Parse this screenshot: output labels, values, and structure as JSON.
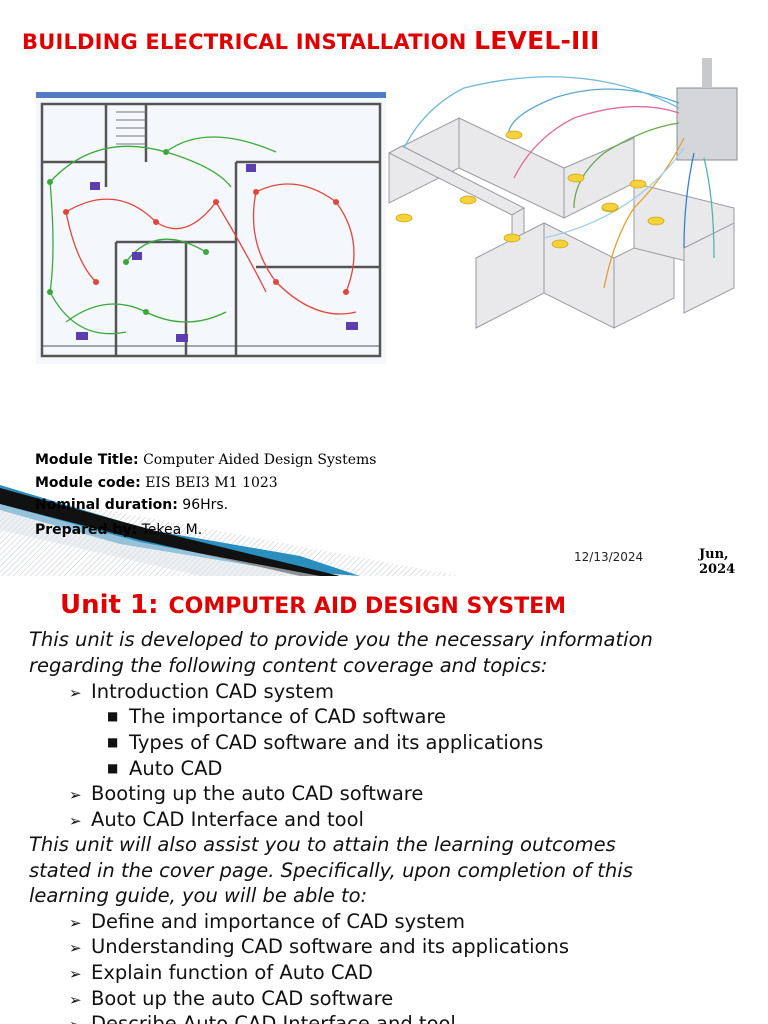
{
  "slide1": {
    "title_main": "BUILDING ELECTRICAL INSTALLATION",
    "title_level": "LEVEL-III",
    "info": {
      "module_title_label": "Module Title:",
      "module_title_value": "Computer Aided Design Systems",
      "module_code_label": "Module code:",
      "module_code_value": "EIS BEI3 M1 1023",
      "duration_label": "Nominal duration:",
      "duration_value": "96Hrs.",
      "prepared_label": "Prepared by:",
      "prepared_value": "Tekea M."
    },
    "date_left": "12/13/2024",
    "date_right": "Jun, 2024",
    "colors": {
      "title_red": "#e00000",
      "wire_green": "#3aa93a",
      "wire_red": "#e0463c"
    }
  },
  "slide2": {
    "unit_label": "Unit 1:",
    "unit_title": "COMPUTER AID DESIGN SYSTEM",
    "intro_1": "This unit is developed to provide you the necessary information",
    "intro_2": "regarding the following content coverage and topics:",
    "topic_1": "Introduction CAD system",
    "sub_1": "The importance of CAD software",
    "sub_2": "Types of CAD software and its applications",
    "sub_3": "Auto CAD",
    "topic_2": "Booting up the auto CAD software",
    "topic_3": "Auto CAD Interface and tool",
    "outcome_1": "This unit will also assist you to attain the learning outcomes",
    "outcome_2": "stated in the cover page. Specifically, upon completion of this",
    "outcome_3": "learning guide, you will be able to:",
    "goal_1": "Define and importance of CAD system",
    "goal_2": "Understanding CAD software and its applications",
    "goal_3": "Explain function of Auto CAD",
    "goal_4": "Boot up the auto CAD software",
    "goal_5": "Describe Auto CAD Interface and tool",
    "arrow_glyph": "➢",
    "square_glyph": "■"
  }
}
